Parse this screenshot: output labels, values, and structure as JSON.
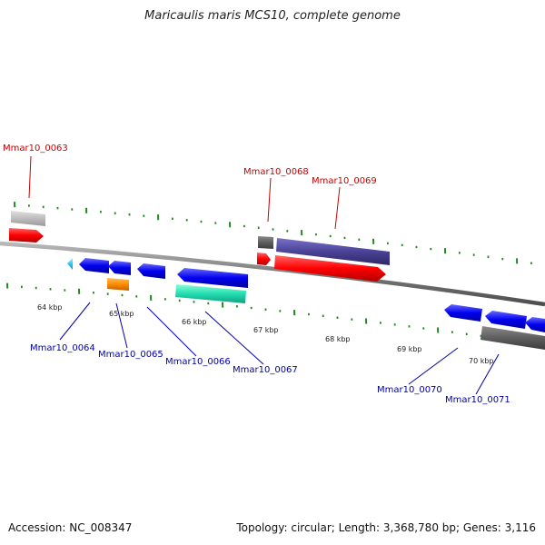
{
  "title": "Maricaulis maris MCS10, complete genome",
  "footer": {
    "accession": "Accession: NC_008347",
    "summary": "Topology: circular; Length: 3,368,780 bp; Genes: 3,116"
  },
  "colors": {
    "forward_label": "#cc0000",
    "reverse_label": "#0000aa",
    "tick": "#1e8a1e",
    "backbone": "#808080"
  },
  "scale_labels": [
    "64 kbp",
    "65 kbp",
    "66 kbp",
    "67 kbp",
    "68 kbp",
    "69 kbp",
    "70 kbp"
  ],
  "forward_genes": [
    "Mmar10_0063",
    "Mmar10_0068",
    "Mmar10_0069"
  ],
  "reverse_genes": [
    "Mmar10_0064",
    "Mmar10_0065",
    "Mmar10_0066",
    "Mmar10_0067",
    "Mmar10_0070",
    "Mmar10_0071"
  ]
}
